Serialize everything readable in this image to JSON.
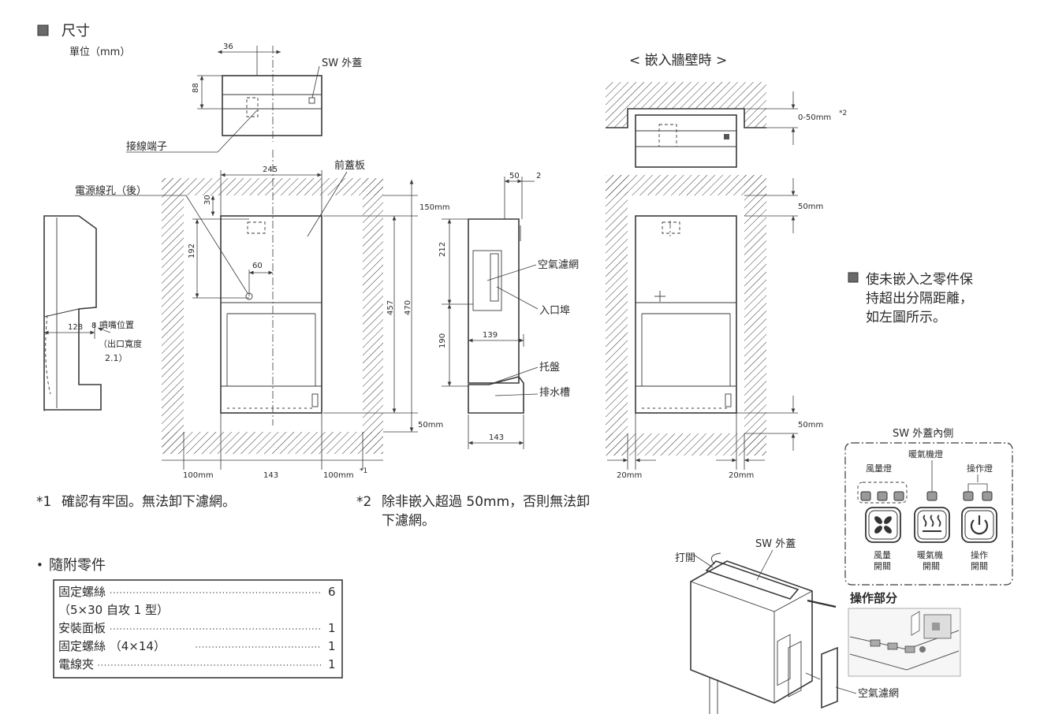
{
  "header": {
    "square_icon": "filled-square",
    "title": "尺寸",
    "unit": "單位（mm）"
  },
  "colors": {
    "ink": "#2a2a2a",
    "hatch": "#3a3a3a",
    "indicator_fill": "#9a9a9a"
  },
  "front_view": {
    "dims": {
      "top_offset": "36",
      "cover_height": "88",
      "width": "245",
      "hole_offset": "30",
      "hole_height": "192",
      "hole_to_center": "60",
      "height_total": "457",
      "height_outer": "470"
    },
    "labels": {
      "sw_cover": "SW 外蓋",
      "terminal": "接線端子",
      "power_hole": "電源線孔（後）",
      "front_panel": "前蓋板"
    },
    "clearance": {
      "top": "150mm",
      "bottom": "50mm",
      "left": "100mm",
      "center": "143",
      "right": "100mm",
      "right_note": "*1"
    }
  },
  "side_view_left": {
    "depth": "128",
    "nozzle_offset": "8",
    "nozzle_label": "噴嘴位置",
    "outlet_label": "（出口寬度",
    "outlet_value": "2.1）"
  },
  "side_view_right": {
    "dims": {
      "top_depth": "50",
      "top_gap": "2",
      "upper_height": "212",
      "lower_height": "190",
      "filter_depth": "139",
      "base_depth": "143"
    },
    "labels": {
      "air_filter": "空氣濾網",
      "inlet": "入口埠",
      "tray": "托盤",
      "drain": "排水槽"
    }
  },
  "recessed_view": {
    "title": "< 嵌入牆壁時 >",
    "dims": {
      "recess": "0-50mm",
      "recess_note": "*2",
      "top": "50mm",
      "bottom": "50mm",
      "left": "20mm",
      "right": "20mm"
    }
  },
  "side_note": {
    "icon": "filled-square",
    "lines": [
      "使未嵌入之零件保",
      "持超出分隔距離，",
      "如左圖所示。"
    ]
  },
  "notes": {
    "n1_mark": "*1",
    "n1_text": "確認有牢固。無法卸下濾網。",
    "n2_mark": "*2",
    "n2_text1": "除非嵌入超過 50mm，否則無法卸",
    "n2_text2": "下濾網。"
  },
  "accessories": {
    "bullet": "•",
    "title": "隨附零件",
    "items": [
      {
        "name": "固定螺絲",
        "qty": "6"
      },
      {
        "name": "（5×30 自攻 1 型）",
        "qty": ""
      },
      {
        "name": "安裝面板",
        "qty": "1"
      },
      {
        "name": "固定螺絲 （4×14）",
        "qty": "1"
      },
      {
        "name": "電線夾",
        "qty": "1"
      }
    ]
  },
  "sw_panel": {
    "title": "SW 外蓋內側",
    "label_heater_lamp": "暖氣機燈",
    "label_wind_lamp": "風量燈",
    "label_op_lamp": "操作燈",
    "buttons": [
      {
        "icon": "fan-icon",
        "line1": "風量",
        "line2": "開關"
      },
      {
        "icon": "heater-icon",
        "line1": "暖氣機",
        "line2": "開關"
      },
      {
        "icon": "power-icon",
        "line1": "操作",
        "line2": "開關"
      }
    ]
  },
  "perspective": {
    "open_label": "打開",
    "sw_cover_label": "SW 外蓋",
    "op_part_label": "操作部分",
    "filter_label": "空氣濾網"
  }
}
